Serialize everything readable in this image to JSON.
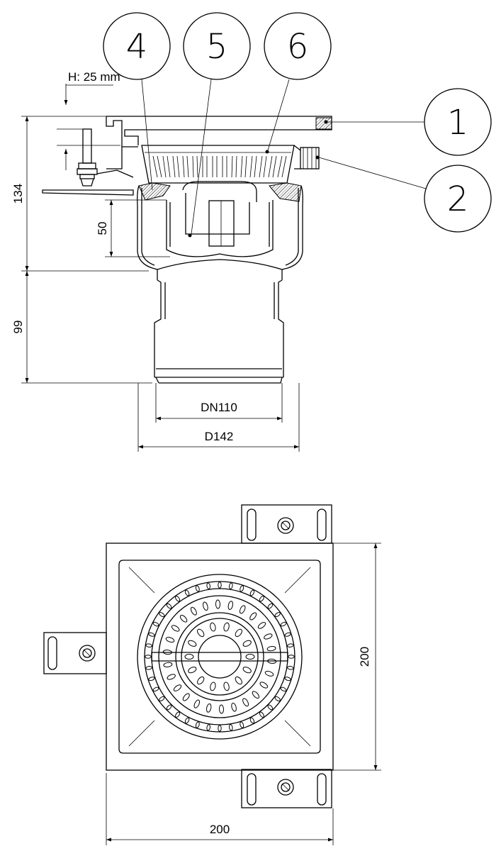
{
  "dimensions": {
    "insulation_height": "H: 25 mm",
    "body_height": "134",
    "water_seal": "50",
    "spigot_length": "99",
    "inner_diameter": "DN110",
    "outer_diameter": "D142",
    "frame_height": "200",
    "frame_width": "200"
  },
  "callouts": [
    "4",
    "5",
    "6",
    "1",
    "2"
  ]
}
